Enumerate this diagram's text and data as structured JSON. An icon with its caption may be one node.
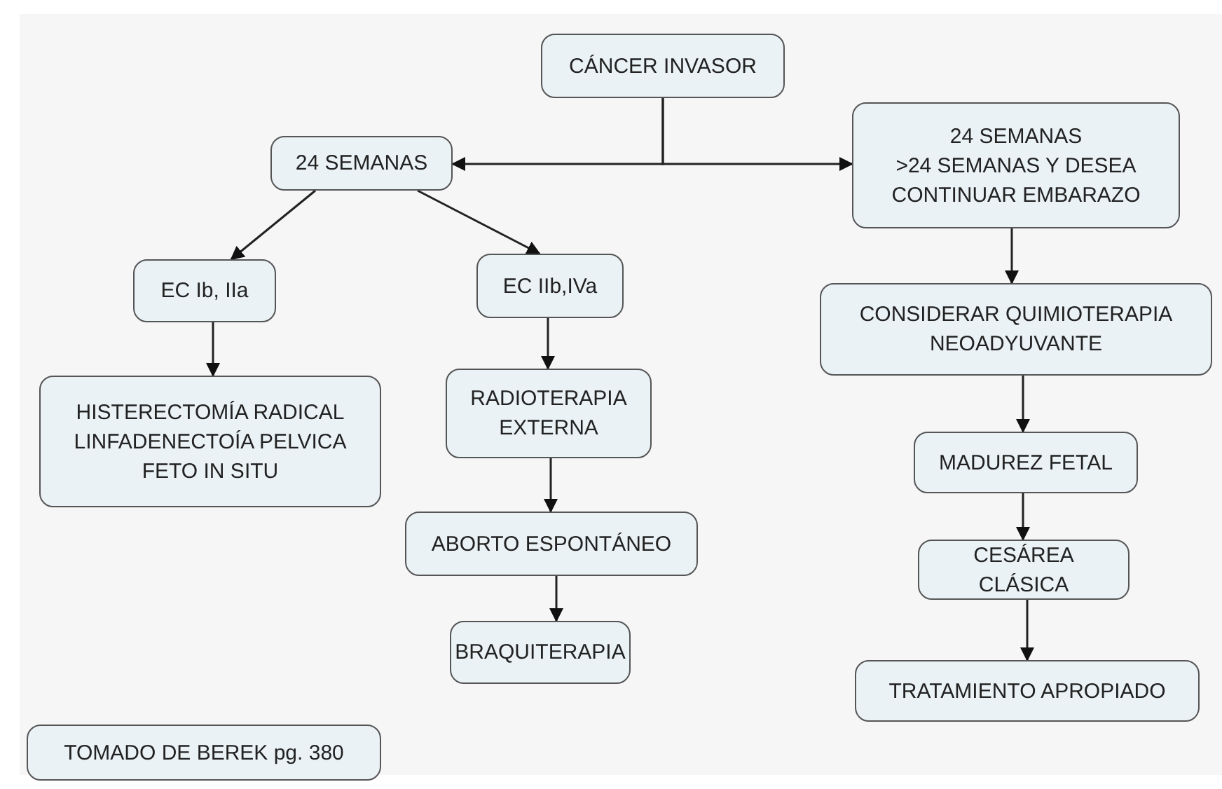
{
  "diagram": {
    "nodes": [
      {
        "text": [
          "CÁNCER INVASOR"
        ]
      },
      {
        "text": [
          "24 SEMANAS"
        ]
      },
      {
        "text": [
          "24 SEMANAS",
          ">24 SEMANAS Y DESEA CONTINUAR EMBARAZO"
        ]
      },
      {
        "text": [
          "EC Ib, IIa"
        ]
      },
      {
        "text": [
          "EC IIb,IVa"
        ]
      },
      {
        "text": [
          "HISTERECTOMÍA RADICAL LINFADENECTOÍA PELVICA FETO IN SITU"
        ]
      },
      {
        "text": [
          "RADIOTERAPIA EXTERNA"
        ]
      },
      {
        "text": [
          "ABORTO ESPONTÁNEO"
        ]
      },
      {
        "text": [
          "BRAQUITERAPIA"
        ]
      },
      {
        "text": [
          "CONSIDERAR QUIMIOTERAPIA NEOADYUVANTE"
        ]
      },
      {
        "text": [
          "MADUREZ FETAL"
        ]
      },
      {
        "text": [
          "CESÁREA CLÁSICA"
        ]
      },
      {
        "text": [
          "TRATAMIENTO APROPIADO"
        ]
      },
      {
        "text": [
          "TOMADO DE BEREK pg. 380"
        ]
      }
    ],
    "edges": [
      {
        "from": 0,
        "to": 1,
        "arrow": "to"
      },
      {
        "from": 0,
        "to": 2,
        "arrow": "to"
      },
      {
        "from": 1,
        "to": 3,
        "arrow": "to"
      },
      {
        "from": 1,
        "to": 4,
        "arrow": "to"
      },
      {
        "from": 3,
        "to": 5,
        "arrow": "to"
      },
      {
        "from": 4,
        "to": 6,
        "arrow": "to"
      },
      {
        "from": 6,
        "to": 7,
        "arrow": "to"
      },
      {
        "from": 7,
        "to": 8,
        "arrow": "to"
      },
      {
        "from": 2,
        "to": 9,
        "arrow": "to"
      },
      {
        "from": 9,
        "to": 10,
        "arrow": "to"
      },
      {
        "from": 10,
        "to": 11,
        "arrow": "to"
      },
      {
        "from": 11,
        "to": 12,
        "arrow": "to"
      }
    ]
  }
}
